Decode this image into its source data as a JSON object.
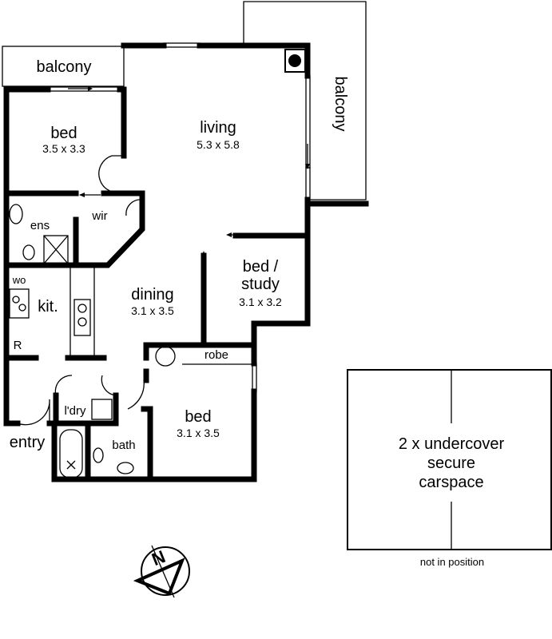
{
  "rooms": {
    "balcony_left": {
      "name": "balcony"
    },
    "balcony_right": {
      "name": "balcony"
    },
    "bed1": {
      "name": "bed",
      "size": "3.5 x 3.3"
    },
    "living": {
      "name": "living",
      "size": "5.3 x 5.8"
    },
    "ens": {
      "name": "ens"
    },
    "wir": {
      "name": "wir"
    },
    "bed_study": {
      "name_line1": "bed /",
      "name_line2": "study",
      "size": "3.1 x 3.2"
    },
    "wo": {
      "name": "wo"
    },
    "kitchen": {
      "name": "kit."
    },
    "fridge": {
      "name": "R"
    },
    "dining": {
      "name": "dining",
      "size": "3.1 x 3.5"
    },
    "robe": {
      "name": "robe"
    },
    "laundry": {
      "name": "l'dry"
    },
    "entry": {
      "name": "entry"
    },
    "bath": {
      "name": "bath"
    },
    "bed3": {
      "name": "bed",
      "size": "3.1 x 3.5"
    }
  },
  "carspace": {
    "line1": "2 x undercover",
    "line2": "secure",
    "line3": "carspace",
    "note": "not in position"
  },
  "compass": {
    "letter": "N"
  }
}
